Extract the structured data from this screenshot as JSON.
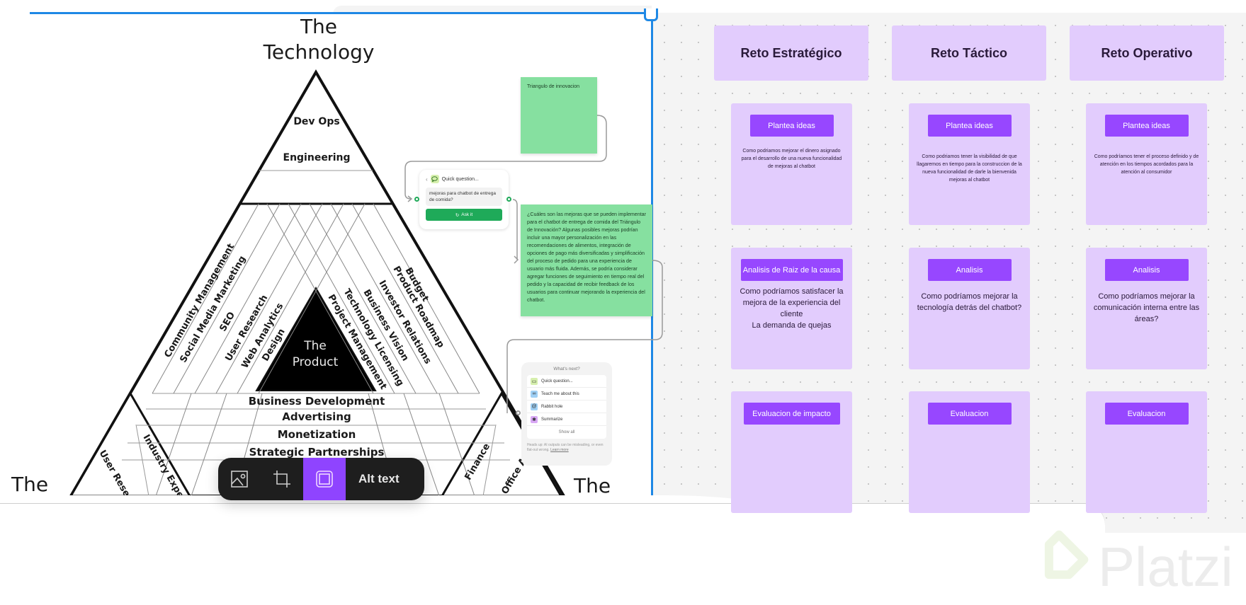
{
  "image_diagram": {
    "title": [
      "The",
      "Technology"
    ],
    "corner_left": "The",
    "corner_right": "The",
    "top_sections": [
      "Dev Ops",
      "Engineering"
    ],
    "center": [
      "The",
      "Product"
    ],
    "left_diagonals": [
      "Community Management",
      "Social Media Marketing",
      "SEO",
      "User Research",
      "Web Analytics",
      "Design"
    ],
    "right_diagonals": [
      "Budget",
      "Product Roadmap",
      "Investor Relations",
      "Business Vision",
      "Technology Licensing",
      "Project Management"
    ],
    "bottom_rows": [
      "Business Development",
      "Advertising",
      "Monetization",
      "Strategic Partnerships"
    ],
    "bottom_left_corner": [
      "Industry Expertise",
      "User Research"
    ],
    "bottom_right_corner": [
      "Finance",
      "Office Admin"
    ]
  },
  "sticky_title": "Triangulo de innovacion",
  "quick_question": {
    "header": "Quick question...",
    "input_value": "mejoras para chatbot de entrega de comida?",
    "button": "Ask it"
  },
  "answer_sticky": "¿Cuáles son las mejoras que se pueden implementar para el chatbot de entrega de comida del Triángulo de Innovación? Algunas posibles mejoras podrían incluir una mayor personalización en las recomendaciones de alimentos, integración de opciones de pago más diversificadas y simplificación del proceso de pedido para una experiencia de usuario más fluida. Además, se podría considerar agregar funciones de seguimiento en tiempo real del pedido y la capacidad de recibir feedback de los usuarios para continuar mejorando la experiencia del chatbot.",
  "whats_next": {
    "title": "What's next?",
    "items": [
      {
        "label": "Quick question...",
        "icon": "speech-bubble-icon",
        "color": "#d6efad"
      },
      {
        "label": "Teach me about this",
        "icon": "chat-bubbles-icon",
        "color": "#9fd0f5"
      },
      {
        "label": "Rabbit hole",
        "icon": "spiral-icon",
        "color": "#9fd0f5"
      },
      {
        "label": "Summarize",
        "icon": "asterisk-icon",
        "color": "#d9a8f5"
      }
    ],
    "show_all": "Show all",
    "footer": "Heads up: AI outputs can be misleading, or even flat-out wrong.",
    "footer_link": "Learn more"
  },
  "image_toolbar": {
    "buttons": [
      "replace-image",
      "crop",
      "frame"
    ],
    "alt_text": "Alt text",
    "active_color": "#8f44ff"
  },
  "board": {
    "columns": [
      {
        "title": "Reto Estratégico",
        "cards": [
          {
            "button": "Plantea ideas",
            "text": "Como podriamos mejorar el dinero asignado para el desarrollo de una nueva funcionalidad de mejoras al chatbot"
          },
          {
            "button": "Analisis de Raiz de la causa",
            "text": "Como podríamos satisfacer la mejora de la experiencia del cliente\nLa demanda de quejas"
          },
          {
            "button": "Evaluacion de impacto",
            "text": ""
          }
        ]
      },
      {
        "title": "Reto Táctico",
        "cards": [
          {
            "button": "Plantea ideas",
            "text": "Como podriamos tener la visibilidad de que llagaremos en tiempo para la construccion de la nueva funcionalidad de darle la bienvenida mejoras al chatbot"
          },
          {
            "button": "Analisis",
            "text": "Como podríamos mejorar la tecnología detrás del chatbot?"
          },
          {
            "button": "Evaluacion",
            "text": ""
          }
        ]
      },
      {
        "title": "Reto Operativo",
        "cards": [
          {
            "button": "Plantea ideas",
            "text": "Como podríamos tener el proceso definido y de atención en los tiempos acordados para la atención al consumidor"
          },
          {
            "button": "Analisis",
            "text": "Como podríamos mejorar la comunicación interna entre las áreas?"
          },
          {
            "button": "Evaluacion",
            "text": ""
          }
        ]
      }
    ],
    "card_color": "#e2ccfd",
    "button_color": "#9747ff"
  },
  "watermark": "Platzi",
  "selection_color": "#1e88e5"
}
